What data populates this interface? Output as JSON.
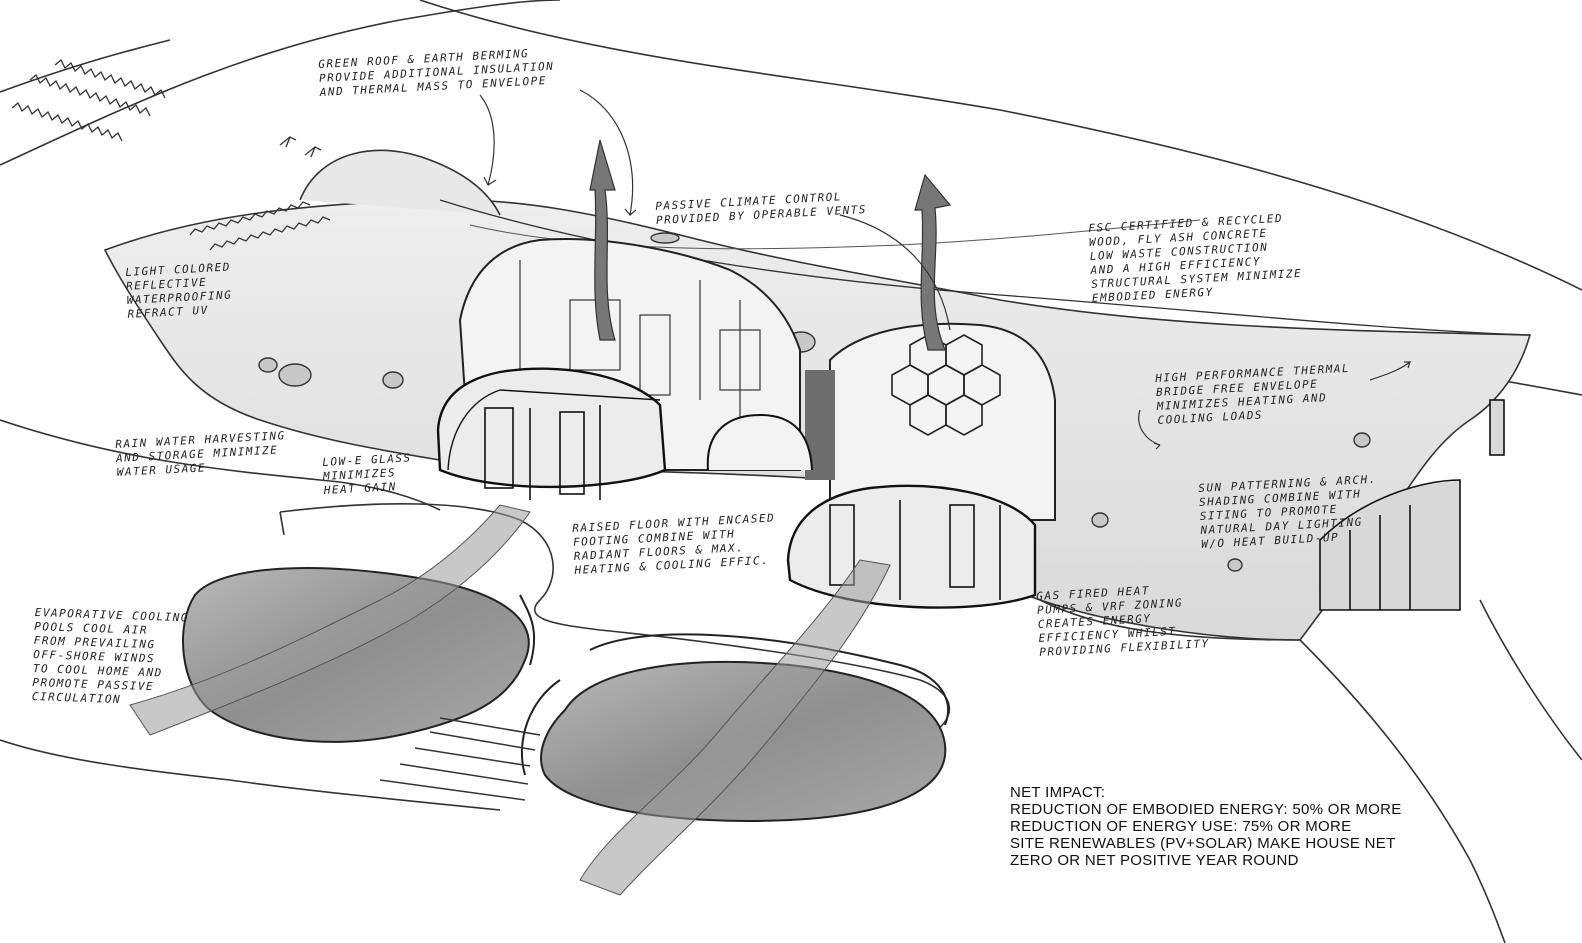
{
  "annotations": {
    "green_roof": "GREEN ROOF & EARTH BERMING\nPROVIDE ADDITIONAL INSULATION\nAND THERMAL MASS TO ENVELOPE",
    "light_colored": "LIGHT COLORED\nREFLECTIVE\nWATERPROOFING\nREFRACT UV",
    "passive_climate": "PASSIVE CLIMATE CONTROL\nPROVIDED BY OPERABLE VENTS",
    "fsc_certified": "FSC CERTIFIED & RECYCLED\nWOOD, FLY ASH CONCRETE\nLOW WASTE CONSTRUCTION\nAND A HIGH EFFICIENCY\nSTRUCTURAL SYSTEM MINIMIZE\nEMBODIED ENERGY",
    "high_performance": "HIGH PERFORMANCE THERMAL\nBRIDGE FREE ENVELOPE\nMINIMIZES HEATING AND\nCOOLING LOADS",
    "rain_water": "RAIN WATER HARVESTING\nAND STORAGE MINIMIZE\nWATER USAGE",
    "low_e_glass": "LOW-E GLASS\nMINIMIZES\nHEAT GAIN",
    "sun_patterning": "SUN PATTERNING & ARCH.\nSHADING COMBINE WITH\nSITING TO PROMOTE\nNATURAL DAY LIGHTING\nW/O HEAT BUILD-UP",
    "raised_floor": "RAISED FLOOR WITH ENCASED\nFOOTING COMBINE WITH\nRADIANT FLOORS & MAX.\nHEATING & COOLING EFFIC.",
    "gas_fired": "GAS FIRED HEAT\nPUMPS & VRF ZONING\nCREATES ENERGY\nEFFICIENCY WHILST\nPROVIDING FLEXIBILITY",
    "evaporative": "EVAPORATIVE COOLING\nPOOLS COOL AIR\nFROM PREVAILING\nOFF-SHORE WINDS\nTO COOL HOME AND\nPROMOTE PASSIVE\nCIRCULATION"
  },
  "net_impact": {
    "heading": "NET IMPACT:",
    "line1": "REDUCTION OF EMBODIED ENERGY: 50% OR MORE",
    "line2": "REDUCTION OF ENERGY USE: 75% OR MORE",
    "line3": "SITE RENEWABLES (PV+SOLAR) MAKE HOUSE NET",
    "line4": "ZERO OR NET POSITIVE YEAR ROUND"
  }
}
